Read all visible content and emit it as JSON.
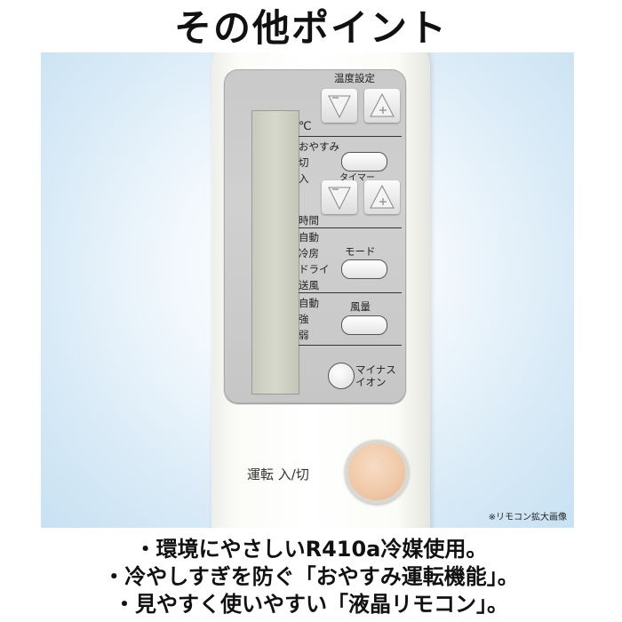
{
  "title": "その他ポイント",
  "remote": {
    "temp_label": "温度設定",
    "celsius": "℃",
    "oyasumi": "おやすみ",
    "off": "切",
    "on": "入",
    "timer": "タイマー",
    "time": "時間",
    "modes": [
      "自動",
      "冷房",
      "ドライ",
      "送風"
    ],
    "mode_button": "モード",
    "fan_levels": [
      "自動",
      "強",
      "弱"
    ],
    "fan_button": "風量",
    "ion_label": [
      "マイナス",
      "イオン"
    ],
    "power_label": "運転 入/切",
    "colors": {
      "power": "#f0c8a6",
      "panel": "#cccccc",
      "lcd": "#d0d3c5"
    }
  },
  "caption": "※リモコン拡大画像",
  "points": [
    "・環境にやさしいR410a冷媒使用。",
    "・冷やしすぎを防ぐ「おやすみ運転機能」。",
    "・見やすく使いやすい「液晶リモコン」。"
  ]
}
